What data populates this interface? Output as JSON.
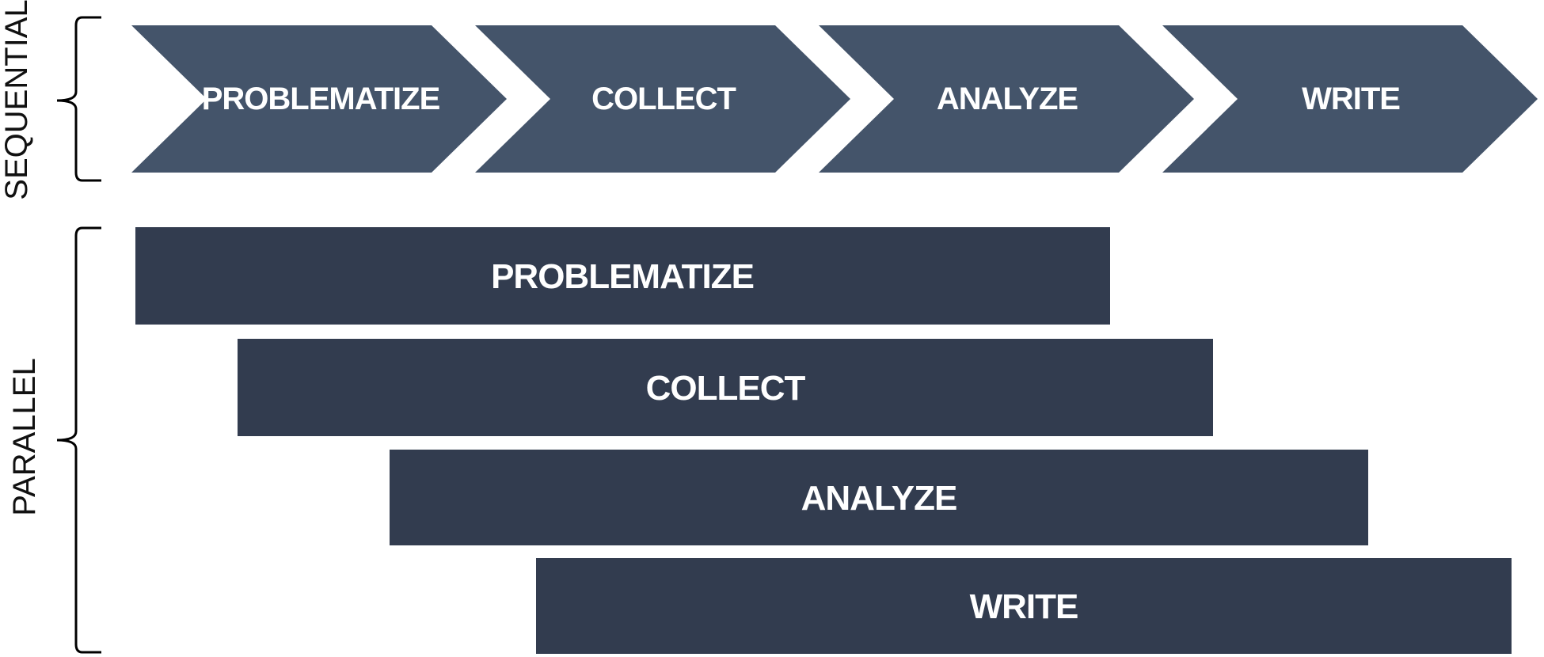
{
  "sections": {
    "sequential": {
      "label": "SEQUENTIAL"
    },
    "parallel": {
      "label": "PARALLEL"
    }
  },
  "sequential_steps": [
    {
      "label": "PROBLEMATIZE"
    },
    {
      "label": "COLLECT"
    },
    {
      "label": "ANALYZE"
    },
    {
      "label": "WRITE"
    }
  ],
  "parallel_steps": [
    {
      "label": "PROBLEMATIZE"
    },
    {
      "label": "COLLECT"
    },
    {
      "label": "ANALYZE"
    },
    {
      "label": "WRITE"
    }
  ],
  "colors": {
    "chevron_fill": "#44546A",
    "bar_fill": "#323C4F",
    "bracket": "#000000",
    "text_on_shape": "#FFFFFF"
  }
}
